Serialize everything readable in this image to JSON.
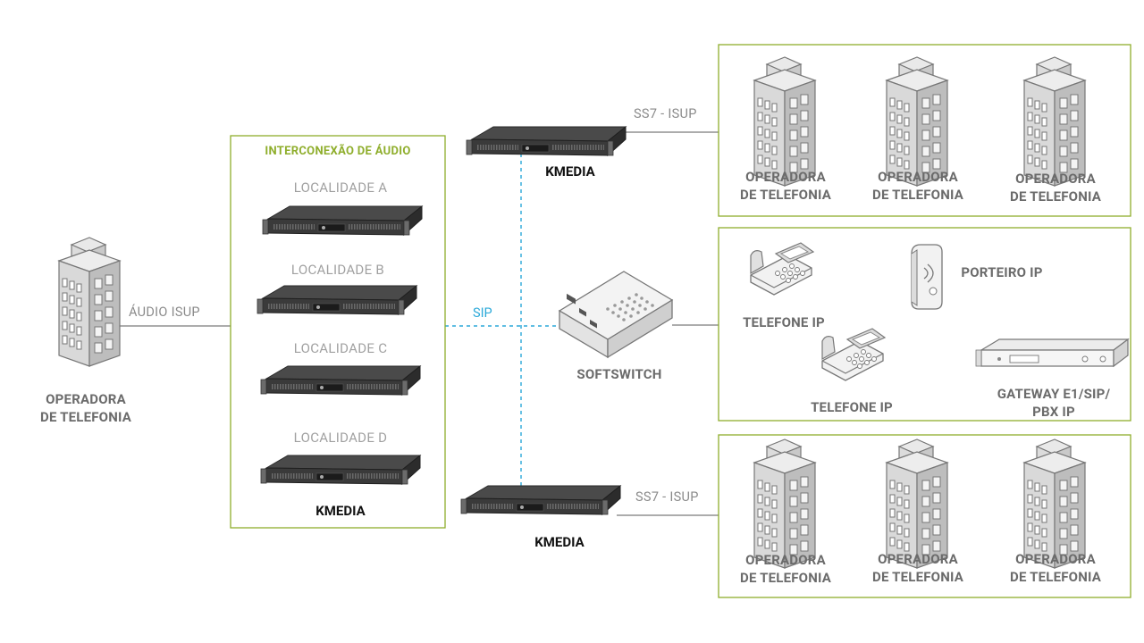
{
  "colors": {
    "box_border": "#8fae2c",
    "sip_line": "#2ba9d9",
    "line": "#7a7a7a",
    "label": "#6b6b6b"
  },
  "left_operator": {
    "label": "OPERADORA\nDE TELEFONIA",
    "link_label": "ÁUDIO ISUP"
  },
  "audio_box": {
    "title": "INTERCONEXÃO DE ÁUDIO",
    "locations": [
      "LOCALIDADE A",
      "LOCALIDADE B",
      "LOCALIDADE C",
      "LOCALIDADE D"
    ],
    "device_label": "KMEDIA"
  },
  "sip_label": "SIP",
  "kmedia_top": {
    "label": "KMEDIA",
    "link_label": "SS7 - ISUP"
  },
  "kmedia_bottom": {
    "label": "KMEDIA",
    "link_label": "SS7 - ISUP"
  },
  "softswitch": {
    "label": "SOFTSWITCH"
  },
  "top_group": {
    "operators": [
      "OPERADORA\nDE TELEFONIA",
      "OPERADORA\nDE TELEFONIA",
      "OPERADORA\nDE TELEFONIA"
    ]
  },
  "bottom_group": {
    "operators": [
      "OPERADORA\nDE TELEFONIA",
      "OPERADORA\nDE TELEFONIA",
      "OPERADORA\nDE TELEFONIA"
    ]
  },
  "ip_group": {
    "telefone_1": "TELEFONE IP",
    "telefone_2": "TELEFONE IP",
    "porteiro": "PORTEIRO IP",
    "gateway": "GATEWAY E1/SIP/\nPBX IP"
  },
  "icons": {
    "building": "building-icon",
    "rack": "rack-server-icon",
    "phone": "ip-phone-icon",
    "intercom": "intercom-icon",
    "softswitch": "softswitch-icon"
  }
}
